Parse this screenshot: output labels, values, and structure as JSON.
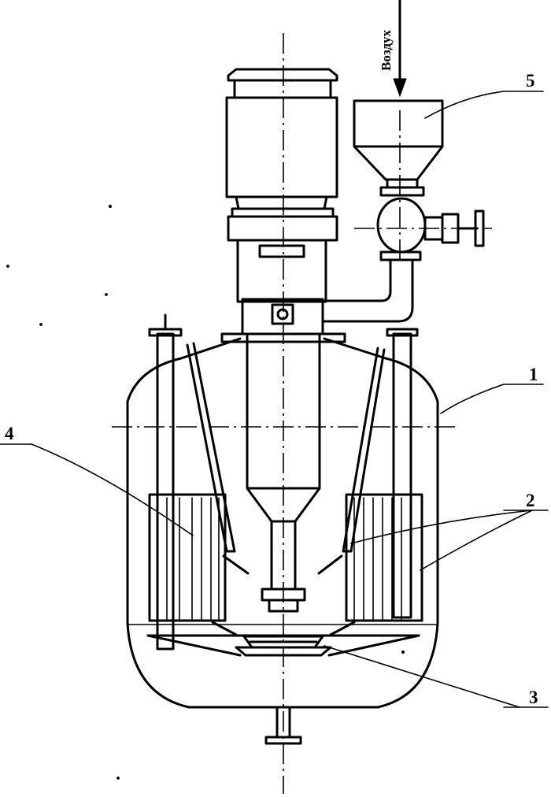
{
  "labels": {
    "vessel": "1",
    "heat_exchanger": "2",
    "impeller": "3",
    "baffle": "4",
    "hopper": "5"
  },
  "air_inlet": "Воздух"
}
